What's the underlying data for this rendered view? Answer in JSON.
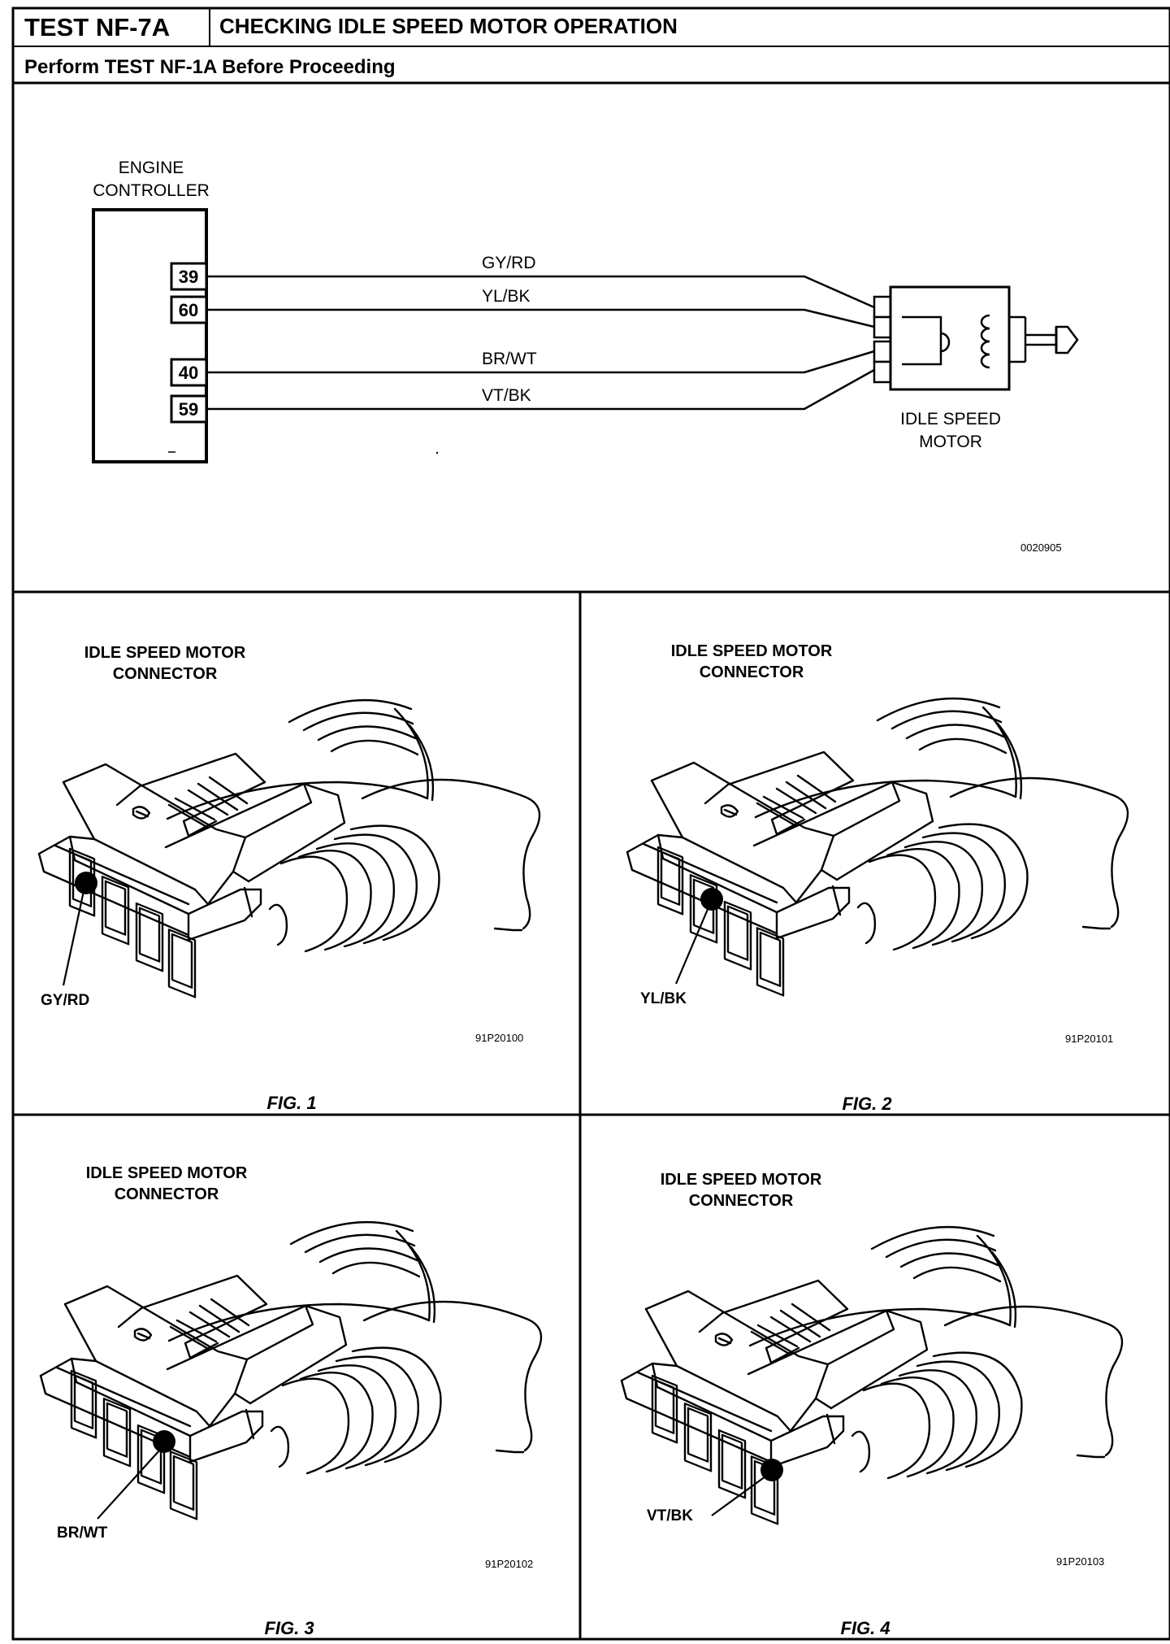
{
  "header": {
    "test_id": "TEST NF-7A",
    "title": "CHECKING IDLE SPEED MOTOR OPERATION",
    "subtitle": "Perform TEST NF-1A Before Proceeding"
  },
  "schematic": {
    "controller_label_line1": "ENGINE",
    "controller_label_line2": "CONTROLLER",
    "pins": [
      "39",
      "60",
      "40",
      "59"
    ],
    "wires": [
      "GY/RD",
      "YL/BK",
      "BR/WT",
      "VT/BK"
    ],
    "motor_label_line1": "IDLE  SPEED",
    "motor_label_line2": "MOTOR",
    "drawing_code": "0020905"
  },
  "figures": [
    {
      "connector_line1": "IDLE SPEED MOTOR",
      "connector_line2": "CONNECTOR",
      "pin_label": "GY/RD",
      "code": "91P20100",
      "caption": "FIG. 1",
      "terminal": 1
    },
    {
      "connector_line1": "IDLE SPEED MOTOR",
      "connector_line2": "CONNECTOR",
      "pin_label": "YL/BK",
      "code": "91P20101",
      "caption": "FIG. 2",
      "terminal": 2
    },
    {
      "connector_line1": "IDLE SPEED MOTOR",
      "connector_line2": "CONNECTOR",
      "pin_label": "BR/WT",
      "code": "91P20102",
      "caption": "FIG. 3",
      "terminal": 3
    },
    {
      "connector_line1": "IDLE SPEED MOTOR",
      "connector_line2": "CONNECTOR",
      "pin_label": "VT/BK",
      "code": "91P20103",
      "caption": "FIG. 4",
      "terminal": 4
    }
  ]
}
